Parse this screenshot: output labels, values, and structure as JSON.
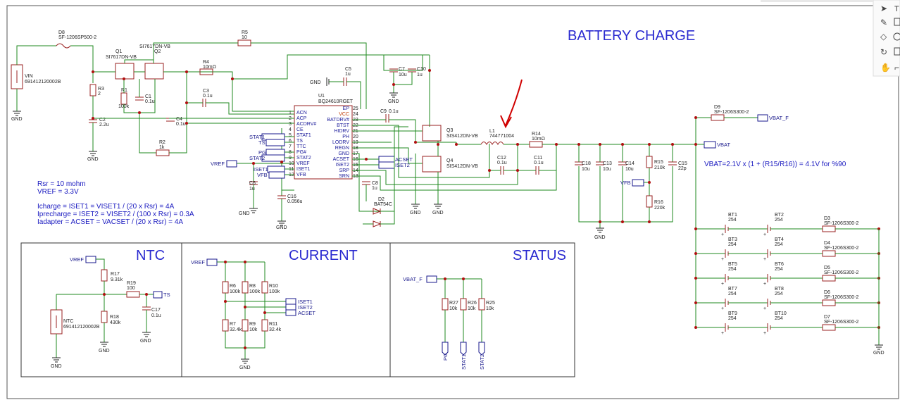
{
  "titles": {
    "main": "BATTERY CHARGE",
    "ntc": "NTC",
    "current": "CURRENT",
    "status": "STATUS"
  },
  "notes": {
    "rsr": "Rsr = 10 mohm",
    "vref": "VREF = 3.3V",
    "icharge": "Icharge = ISET1 = VISET1 / (20 x Rsr) = 4A",
    "iprecharge": "Iprecharge = ISET2 = VISET2 / (100 x Rsr) = 0.3A",
    "iadapter": "Iadapter = ACSET = VACSET / (20 x Rsr) = 4A",
    "vbat": "VBAT=2.1V x (1 + (R15/R16)) = 4.1V for %90"
  },
  "ic": {
    "ref": "U1",
    "part": "BQ24610RGET",
    "left_pins": [
      "ACN",
      "ACP",
      "ACDRV#",
      "CE",
      "STAT1",
      "TS",
      "TTC",
      "PG#",
      "STAT2",
      "VREF",
      "ISET1",
      "VFB"
    ],
    "left_nums": [
      "1",
      "2",
      "3",
      "4",
      "5",
      "6",
      "7",
      "8",
      "9",
      "10",
      "11",
      "12"
    ],
    "right_pins": [
      "EP",
      "VCC",
      "BATDRV#",
      "BTST",
      "HIDRV",
      "PH",
      "LODRV",
      "REGN",
      "GND",
      "ACSET",
      "ISET2",
      "SRP",
      "SRN"
    ],
    "right_nums": [
      "25",
      "24",
      "23",
      "22",
      "21",
      "20",
      "19",
      "18",
      "17",
      "16",
      "15",
      "14",
      "13"
    ]
  },
  "parts": {
    "d8": {
      "ref": "D8",
      "val": "SF-1206SP500-2"
    },
    "q1": {
      "ref": "Q1",
      "val": "SI7617DN-VB"
    },
    "q2": {
      "ref": "Q2",
      "val": "SI7617DN-VB"
    },
    "r5": {
      "ref": "R5",
      "val": "10"
    },
    "r4": {
      "ref": "R4",
      "val": "10mΩ"
    },
    "r3": {
      "ref": "R3",
      "val": "2"
    },
    "r1": {
      "ref": "R1",
      "val": "100k"
    },
    "c1": {
      "ref": "C1",
      "val": "0.1u"
    },
    "c2": {
      "ref": "C2",
      "val": "2.2u"
    },
    "c3": {
      "ref": "C3",
      "val": "0.1u"
    },
    "c4": {
      "ref": "C4",
      "val": "0.1u"
    },
    "r2": {
      "ref": "R2",
      "val": "1k"
    },
    "c5": {
      "ref": "C5",
      "val": "1u"
    },
    "c7": {
      "ref": "C7",
      "val": "10u"
    },
    "c10": {
      "ref": "C10",
      "val": "1u"
    },
    "c9": {
      "ref": "C9",
      "val": "0.1u"
    },
    "q3": {
      "ref": "Q3",
      "val": "SIS412DN-VB"
    },
    "q4": {
      "ref": "Q4",
      "val": "SIS412DN-VB"
    },
    "l1": {
      "ref": "L1",
      "val": "744771004"
    },
    "r14": {
      "ref": "R14",
      "val": "10mΩ"
    },
    "c12": {
      "ref": "C12",
      "val": "0.1u"
    },
    "c11": {
      "ref": "C11",
      "val": "0.1u"
    },
    "c6": {
      "ref": "C6",
      "val": "1u"
    },
    "c16": {
      "ref": "C16",
      "val": "0.056u"
    },
    "c8": {
      "ref": "C8",
      "val": "1u"
    },
    "d2": {
      "ref": "D2",
      "val": "BAT54C"
    },
    "c18": {
      "ref": "C18",
      "val": "10u"
    },
    "c13": {
      "ref": "C13",
      "val": "10u"
    },
    "c14": {
      "ref": "C14",
      "val": "10u"
    },
    "r15": {
      "ref": "R15",
      "val": "210k"
    },
    "c15": {
      "ref": "C15",
      "val": "22p"
    },
    "r16": {
      "ref": "R16",
      "val": "220k"
    },
    "d9": {
      "ref": "D9",
      "val": "SF-1206S300-2"
    },
    "vin": {
      "ref": "VIN",
      "val": "691412120002B"
    },
    "r17": {
      "ref": "R17",
      "val": "9.31k"
    },
    "r19": {
      "ref": "R19",
      "val": "100"
    },
    "r18": {
      "ref": "R18",
      "val": "430k"
    },
    "c17": {
      "ref": "C17",
      "val": "0.1u"
    },
    "ntc": {
      "ref": "NTC",
      "val": "691412120002B"
    },
    "r6": {
      "ref": "R6",
      "val": "100k"
    },
    "r8": {
      "ref": "R8",
      "val": "100k"
    },
    "r10": {
      "ref": "R10",
      "val": "100k"
    },
    "r7": {
      "ref": "R7",
      "val": "32.4k"
    },
    "r9": {
      "ref": "R9",
      "val": "10k"
    },
    "r11": {
      "ref": "R11",
      "val": "32.4k"
    },
    "r27": {
      "ref": "R27",
      "val": "10k"
    },
    "r26": {
      "ref": "R26",
      "val": "10k"
    },
    "r25": {
      "ref": "R25",
      "val": "10k"
    }
  },
  "batteries": [
    {
      "left": "BT1",
      "right": "BT2",
      "val": "254",
      "diode": "D3",
      "dval": "SF-1206S300-2"
    },
    {
      "left": "BT3",
      "right": "BT4",
      "val": "254",
      "diode": "D4",
      "dval": "SF-1206S300-2"
    },
    {
      "left": "BT5",
      "right": "BT6",
      "val": "254",
      "diode": "D5",
      "dval": "SF-1206S300-2"
    },
    {
      "left": "BT7",
      "right": "BT8",
      "val": "254",
      "diode": "D6",
      "dval": "SF-1206S300-2"
    },
    {
      "left": "BT9",
      "right": "BT10",
      "val": "254",
      "diode": "D7",
      "dval": "SF-1206S300-2"
    }
  ],
  "nets": {
    "gnd": "GND",
    "vref": "VREF",
    "vfb": "VFB",
    "ts": "TS",
    "pg": "PG",
    "stat1": "STAT1",
    "stat2": "STAT2",
    "iset1": "ISET1",
    "iset2": "ISET2",
    "acset": "ACSET",
    "vbat": "VBAT",
    "vbat_f": "VBAT_F"
  },
  "colors": {
    "wire": "#1f8a1f",
    "part": "#9a2020",
    "title": "#2a2ad0",
    "annotation": "#c00000"
  },
  "toolbar_icons": [
    "pointer-icon",
    "text-icon",
    "pencil-icon",
    "rectangle-icon",
    "diamond-icon",
    "circle-icon",
    "lasso-icon",
    "image-icon",
    "hand-icon",
    "crop-icon"
  ]
}
